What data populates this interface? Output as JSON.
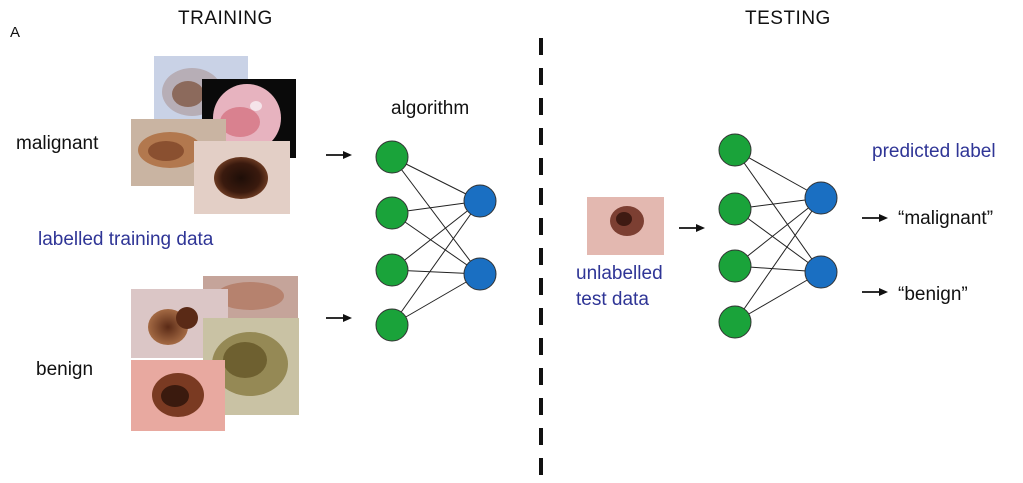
{
  "panel_label": "A",
  "training": {
    "title": "TRAINING",
    "malignant_label": "malignant",
    "benign_label": "benign",
    "data_caption": "labelled training data",
    "algorithm_label": "algorithm"
  },
  "testing": {
    "title": "TESTING",
    "test_caption_line1": "unlabelled",
    "test_caption_line2": "test data",
    "predicted_caption": "predicted label",
    "output_malignant": "“malignant”",
    "output_benign": "“benign”"
  },
  "colors": {
    "input_node": "#1aa33a",
    "output_node": "#1a6fc2",
    "caption_text": "#2f3596",
    "divider": "#111111"
  },
  "network": {
    "input_nodes": 4,
    "output_nodes": 2
  },
  "icons": [
    "arrow-right-icon"
  ]
}
